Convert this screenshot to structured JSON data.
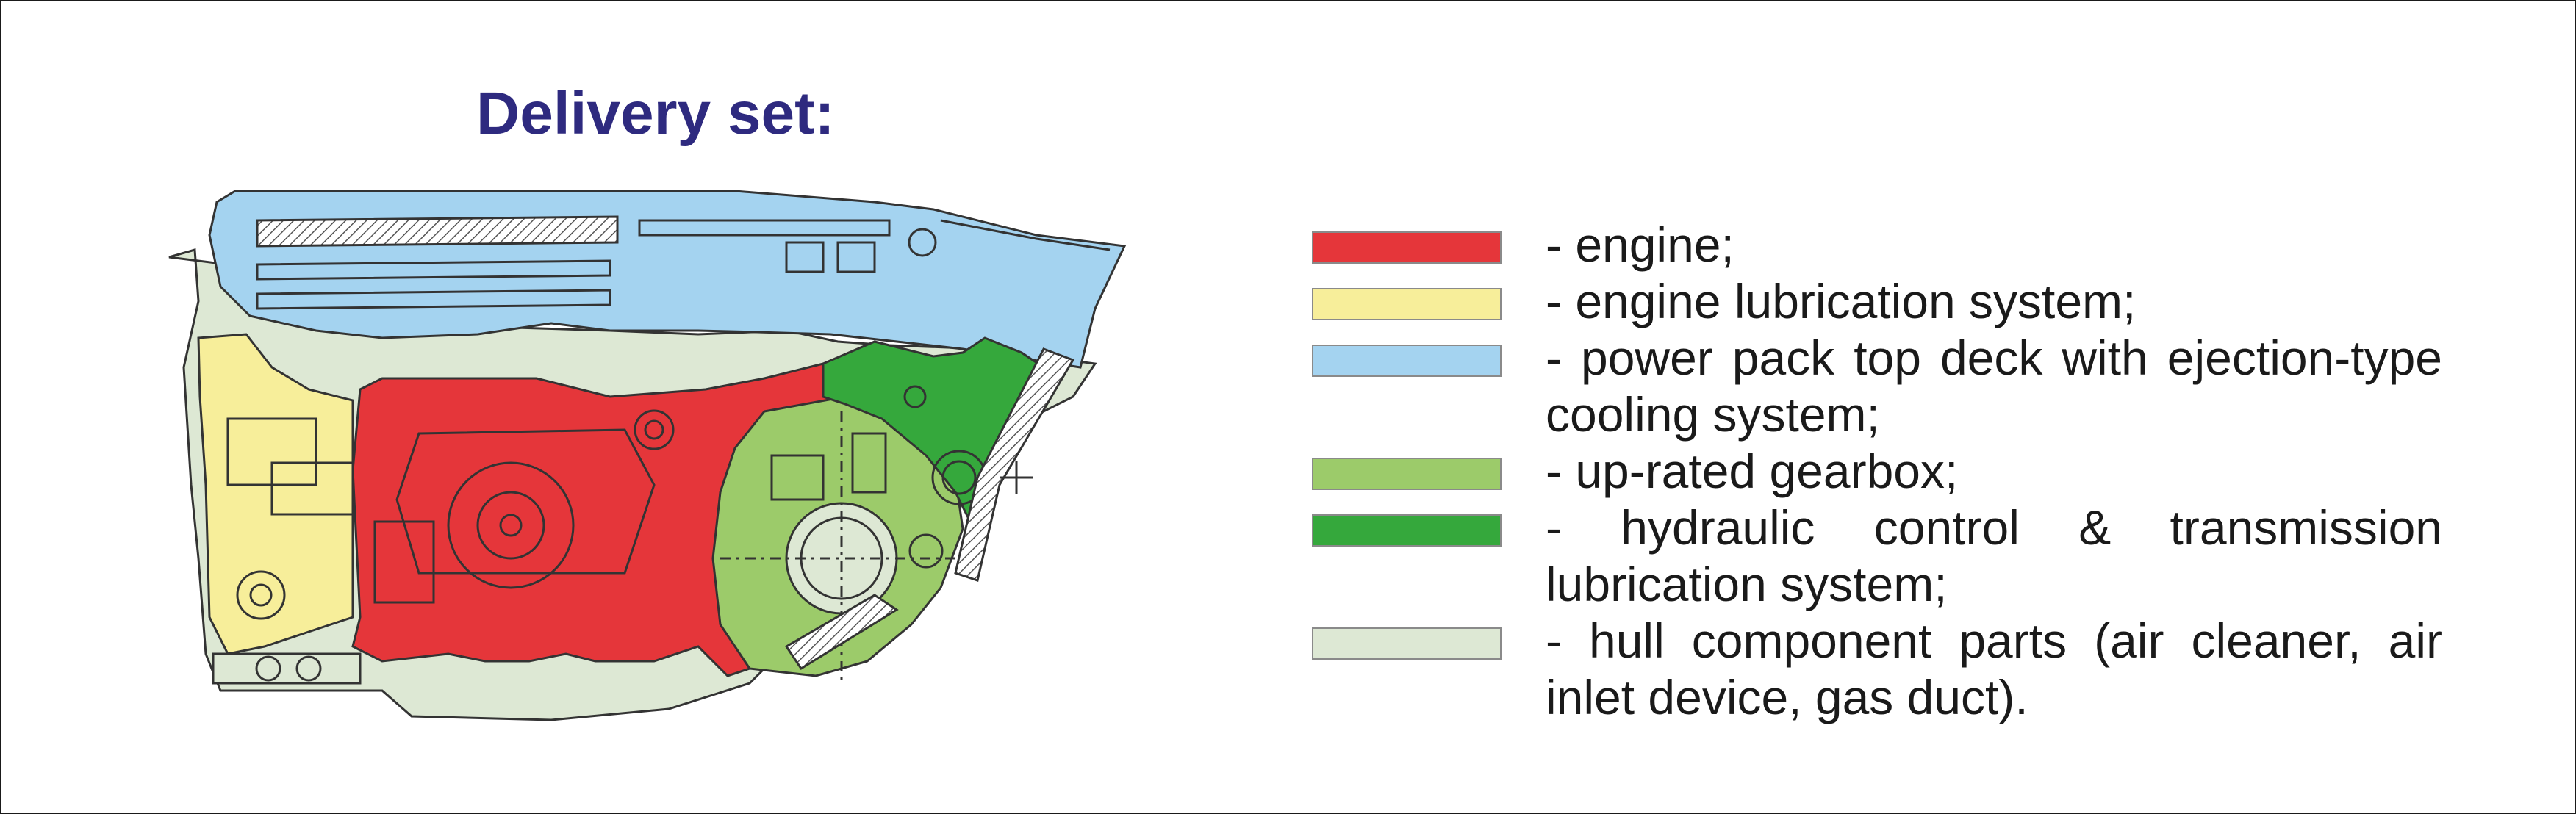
{
  "title": "Delivery set:",
  "colors": {
    "engine": "#e5363a",
    "lubrication": "#f7ee9a",
    "top_deck": "#a4d3f0",
    "gearbox": "#9ccb6a",
    "hydraulic": "#35a83c",
    "hull": "#dde8d4",
    "outline": "#333333",
    "title": "#2e2a7f"
  },
  "legend": [
    {
      "id": "engine",
      "label": "- engine;",
      "color": "#e5363a"
    },
    {
      "id": "engine-lubrication",
      "label": "- engine lubrication system;",
      "color": "#f7ee9a"
    },
    {
      "id": "top-deck",
      "label": "- power pack top deck with ejection-type cooling system;",
      "color": "#a4d3f0"
    },
    {
      "id": "gearbox",
      "label": "- up-rated gearbox;",
      "color": "#9ccb6a"
    },
    {
      "id": "hydraulic",
      "label": "- hydraulic control & transmission lubrication system;",
      "color": "#35a83c"
    },
    {
      "id": "hull",
      "label": "- hull component parts (air cleaner, air inlet device, gas duct).",
      "color": "#dde8d4"
    }
  ]
}
